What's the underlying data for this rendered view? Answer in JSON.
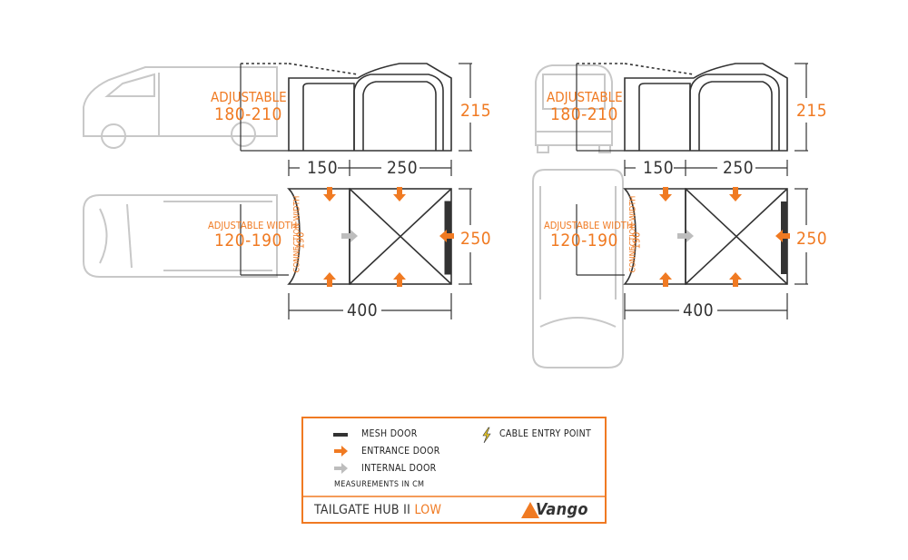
{
  "views": {
    "left": {
      "adjustable_label": "ADJUSTABLE",
      "adjustable_range": "180-210",
      "height": "215",
      "dim_a": "150",
      "dim_b": "250",
      "adjustable_width_label": "ADJUSTABLE WIDTH",
      "adjustable_width_range": "120-190",
      "connection_label": "CONNECTION WIDTH",
      "connection_value": "190",
      "depth": "250",
      "total_length": "400"
    },
    "right": {
      "adjustable_label": "ADJUSTABLE",
      "adjustable_range": "180-210",
      "height": "215",
      "dim_a": "150",
      "dim_b": "250",
      "adjustable_width_label": "ADJUSTABLE WIDTH",
      "adjustable_width_range": "120-190",
      "connection_label": "CONNECTION WIDTH",
      "connection_value": "190",
      "depth": "250",
      "total_length": "400"
    }
  },
  "legend": {
    "mesh_door": "MESH DOOR",
    "entrance_door": "ENTRANCE DOOR",
    "internal_door": "INTERNAL DOOR",
    "cable_entry": "CABLE ENTRY POINT",
    "measurements": "MEASUREMENTS IN CM",
    "product_name": "TAILGATE HUB II",
    "product_variant": "LOW",
    "brand": "Vango"
  },
  "colors": {
    "accent": "#f07a22",
    "line": "#333333",
    "vehicle": "#c8c8c8",
    "internal_arrow": "#bdbdbd",
    "cable": "#e8c82a"
  }
}
